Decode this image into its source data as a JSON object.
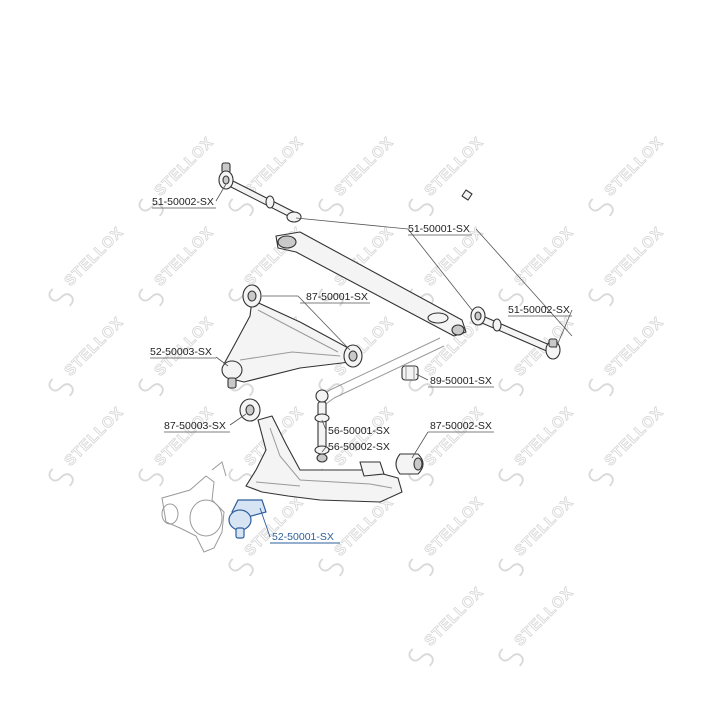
{
  "watermark": {
    "brand": "STELLOX"
  },
  "labels": {
    "tie_rod_end_left": "51-50002-SX",
    "tie_rod_assembly": "51-50001-SX",
    "tie_rod_end_right": "51-50002-SX",
    "upper_arm_bushing_top": "87-50001-SX",
    "upper_ball_joint": "52-50003-SX",
    "stabilizer_bushing": "89-50001-SX",
    "lower_arm_bushing_front": "87-50003-SX",
    "stabilizer_link_a": "56-50001-SX",
    "stabilizer_link_b": "56-50002-SX",
    "lower_arm_bushing_rear": "87-50002-SX",
    "lower_ball_joint": "52-50001-SX"
  },
  "colors": {
    "highlight": "#2d5f9c",
    "line": "#333333",
    "watermark": "#d9d9d9"
  }
}
